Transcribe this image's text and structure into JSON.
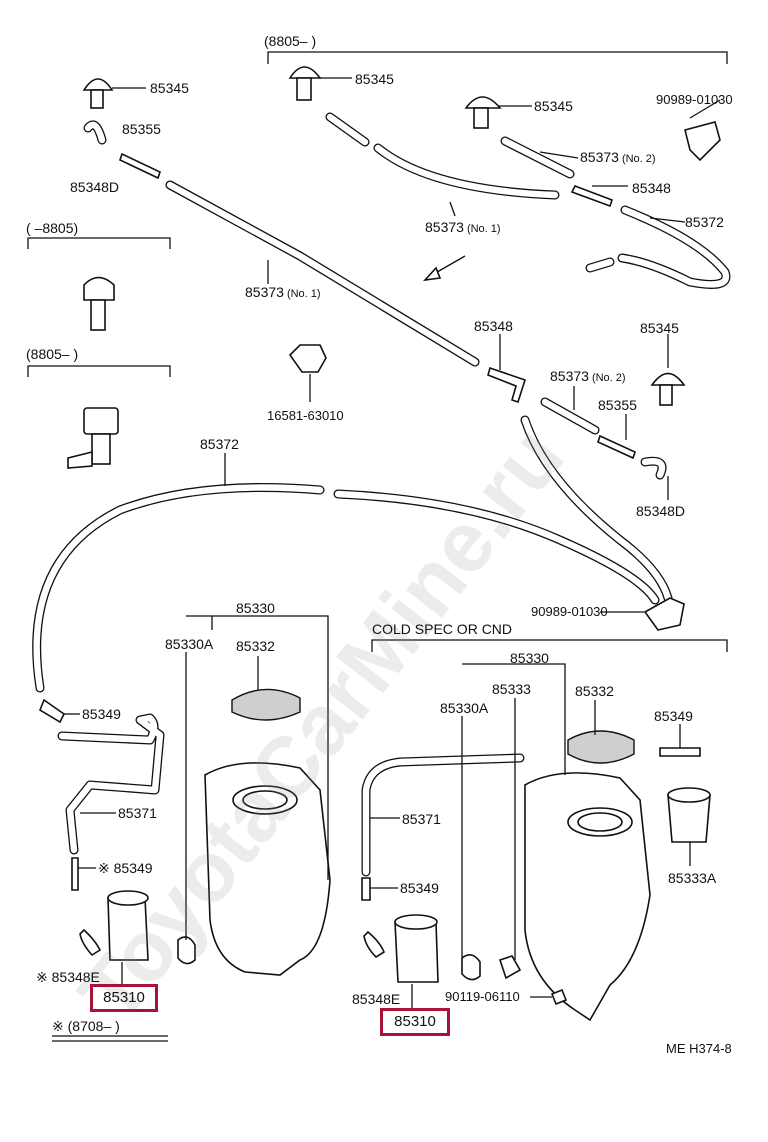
{
  "watermark": "ToyotaCarMine.ru",
  "brackets": {
    "top_right": "(8805–        )",
    "left_pre": "(      –8805)",
    "left_post": "(8805–        )",
    "bottom_left": "※ (8708–        )"
  },
  "section_title": "COLD SPEC OR CND",
  "labels": {
    "p85345_a": "85345",
    "p85355_a": "85355",
    "p85348D_a": "85348D",
    "p85345_b": "85345",
    "p85345_c": "85345",
    "p90989_a": "90989-01030",
    "p85373_no2_a": "85373",
    "p85348_a": "85348",
    "p85373_no1_a": "85373",
    "p85372_a": "85372",
    "p85373_no1_b": "85373",
    "p85348_b": "85348",
    "p85345_d": "85345",
    "p85373_no2_b": "85373",
    "p85355_b": "85355",
    "p85348D_b": "85348D",
    "p16581": "16581-63010",
    "p85372_b": "85372",
    "p90989_b": "90989-01030",
    "p85330_a": "85330",
    "p85330A_a": "85330A",
    "p85332_a": "85332",
    "p85349_a": "85349",
    "p85371_a": "85371",
    "p85349_b": "※ 85349",
    "p85348E_a": "※ 85348E",
    "p85330_b": "85330",
    "p85333": "85333",
    "p85332_b": "85332",
    "p85330A_b": "85330A",
    "p85349_c": "85349",
    "p85371_b": "85371",
    "p85349_d": "85349",
    "p85348E_b": "85348E",
    "p85333A": "85333A",
    "p90119": "90119-06110"
  },
  "sublabels": {
    "no1": "(No. 1)",
    "no2": "(No. 2)"
  },
  "highlighted": {
    "left": "85310",
    "right": "85310"
  },
  "footer_code": "ME  H374-8",
  "colors": {
    "highlight_border": "#a8123a",
    "line": "#111111"
  }
}
